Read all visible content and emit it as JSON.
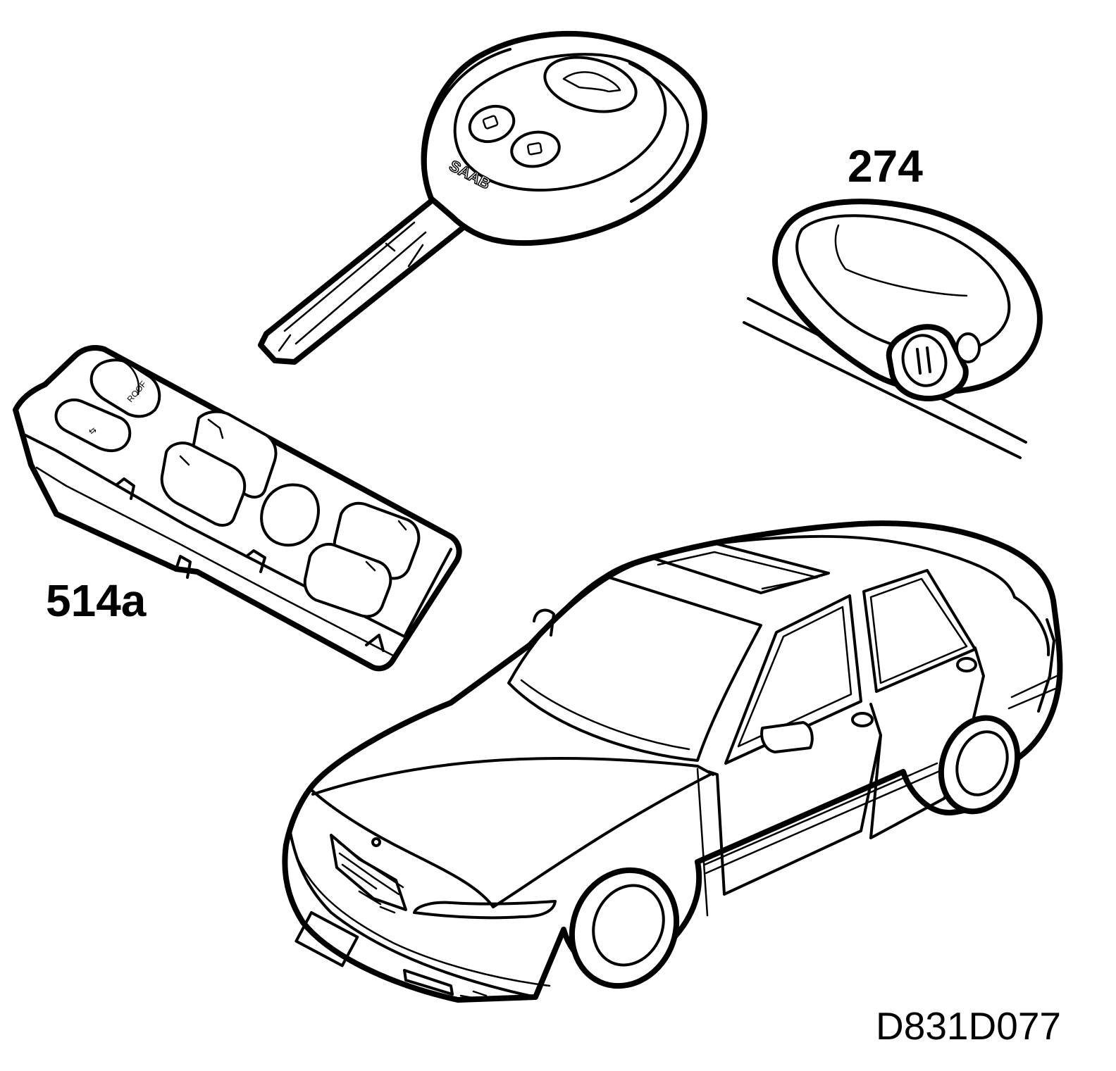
{
  "labels": {
    "door_handle": "274",
    "window_switch": "514a",
    "figure_code": "D831D077"
  },
  "embossed": {
    "key_logo": "SAAB",
    "roof_button": "ROOF"
  },
  "colors": {
    "line": "#000000",
    "background": "#ffffff"
  }
}
